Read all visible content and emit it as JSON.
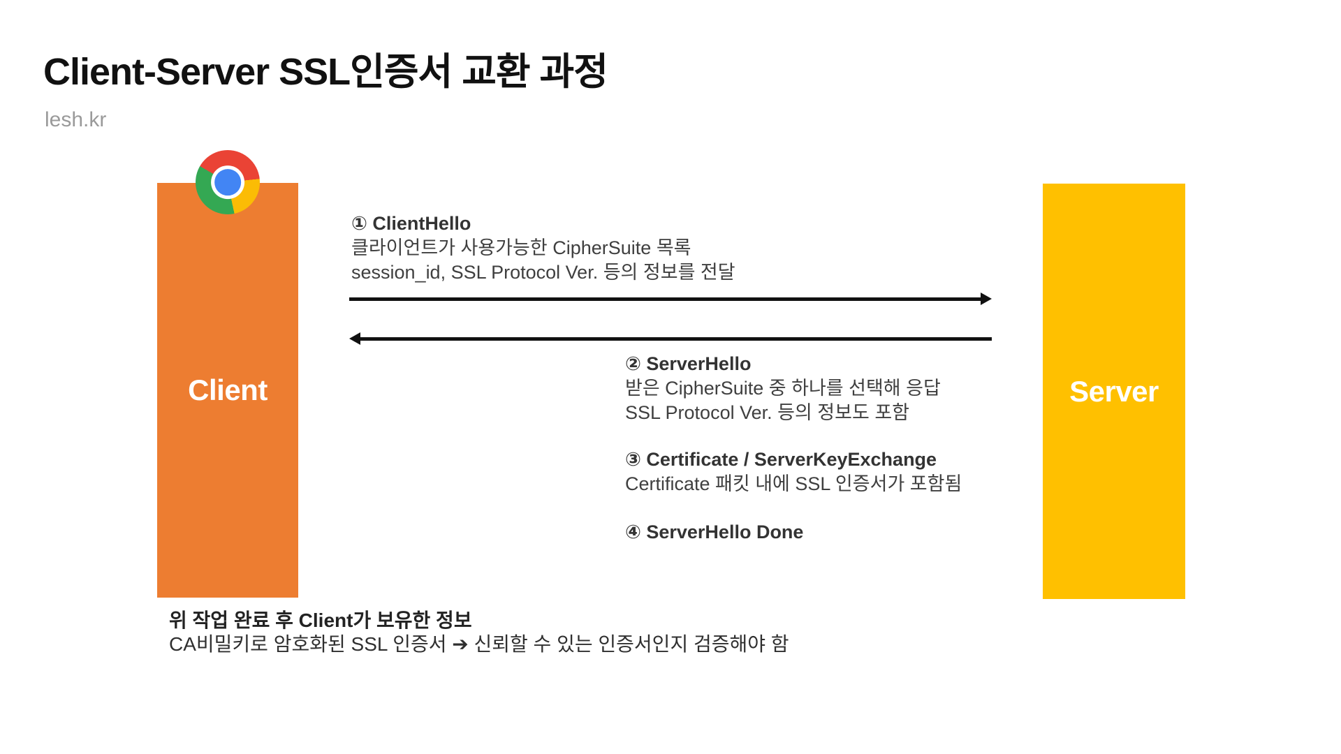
{
  "header": {
    "title": "Client-Server SSL인증서 교환 과정",
    "site": "lesh.kr"
  },
  "actors": {
    "client": {
      "label": "Client",
      "color": "#ED7D31"
    },
    "server": {
      "label": "Server",
      "color": "#FFC000"
    }
  },
  "icons": {
    "chrome": {
      "name": "chrome-browser-logo",
      "colors": {
        "red": "#EA4335",
        "yellow": "#FBBC05",
        "green": "#34A853",
        "blue": "#4285F4",
        "ring": "#FFFFFF"
      }
    }
  },
  "arrows": {
    "color": "#111111",
    "client_to_server": {
      "direction": "right"
    },
    "server_to_client": {
      "direction": "left"
    }
  },
  "messages": [
    {
      "id": "client-hello",
      "title": "① ClientHello",
      "lines": [
        "클라이언트가 사용가능한 CipherSuite 목록",
        "session_id, SSL Protocol Ver. 등의 정보를 전달"
      ]
    },
    {
      "id": "server-hello",
      "title": "② ServerHello",
      "lines": [
        "받은 CipherSuite 중 하나를 선택해 응답",
        "SSL Protocol Ver. 등의 정보도 포함"
      ]
    },
    {
      "id": "certificate-serverkeyexchange",
      "title": "③ Certificate / ServerKeyExchange",
      "lines": [
        "Certificate 패킷 내에 SSL 인증서가 포함됨"
      ]
    },
    {
      "id": "server-hello-done",
      "title": "④ ServerHello Done",
      "lines": []
    }
  ],
  "footer": {
    "title": "위 작업 완료 후 Client가 보유한 정보",
    "line": "CA비밀키로 암호화된 SSL 인증서 ➔ 신뢰할 수 있는 인증서인지 검증해야 함"
  },
  "text_color": "#3F3F3F"
}
